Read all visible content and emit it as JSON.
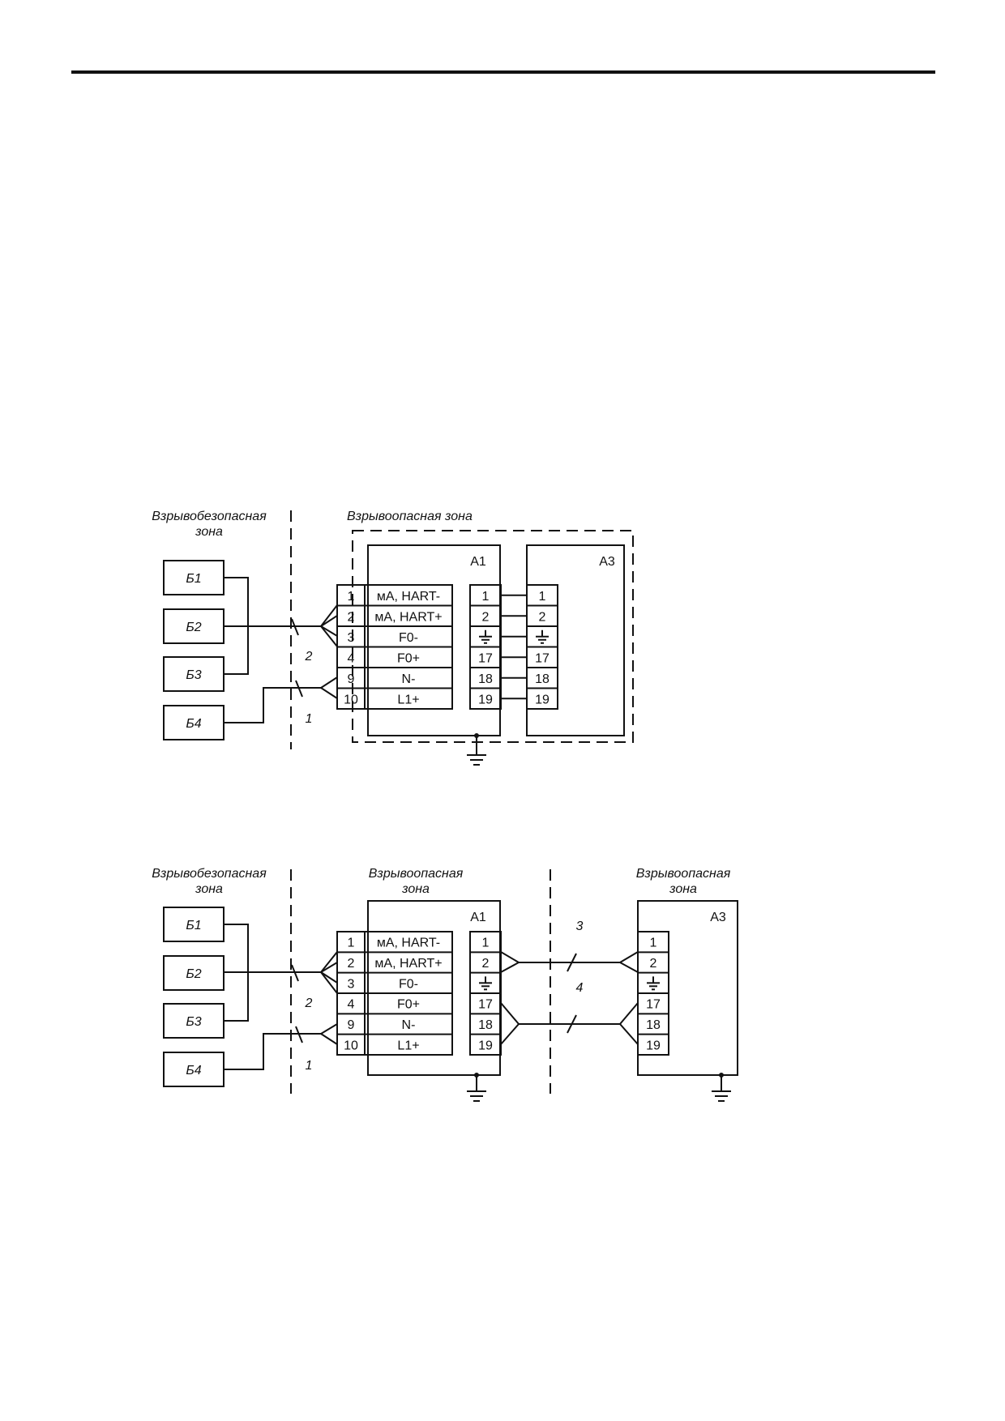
{
  "zones": {
    "safe": "Взрывобезопасная\nзона",
    "hazard_1": "Взрывоопасная зона",
    "hazard_2": "Взрывоопасная\nзона",
    "hazard_3": "Взрывоопасная\nзона"
  },
  "blocks": [
    "Б1",
    "Б2",
    "Б3",
    "Б4"
  ],
  "devices": {
    "a1": "А1",
    "a3": "А3"
  },
  "a1_terminals": [
    {
      "num": "1",
      "label": "мА, HART-"
    },
    {
      "num": "2",
      "label": "мА, HART+"
    },
    {
      "num": "3",
      "label": "F0-"
    },
    {
      "num": "4",
      "label": "F0+"
    },
    {
      "num": "9",
      "label": "N-"
    },
    {
      "num": "10",
      "label": "L1+"
    }
  ],
  "a1_inner_terminals": [
    "1",
    "2",
    "⏚",
    "17",
    "18",
    "19"
  ],
  "a3_terminals": [
    "1",
    "2",
    "⏚",
    "17",
    "18",
    "19"
  ],
  "cables": [
    "1",
    "2",
    "3",
    "4"
  ],
  "colors": {
    "ink": "#111111",
    "background": "#ffffff"
  }
}
